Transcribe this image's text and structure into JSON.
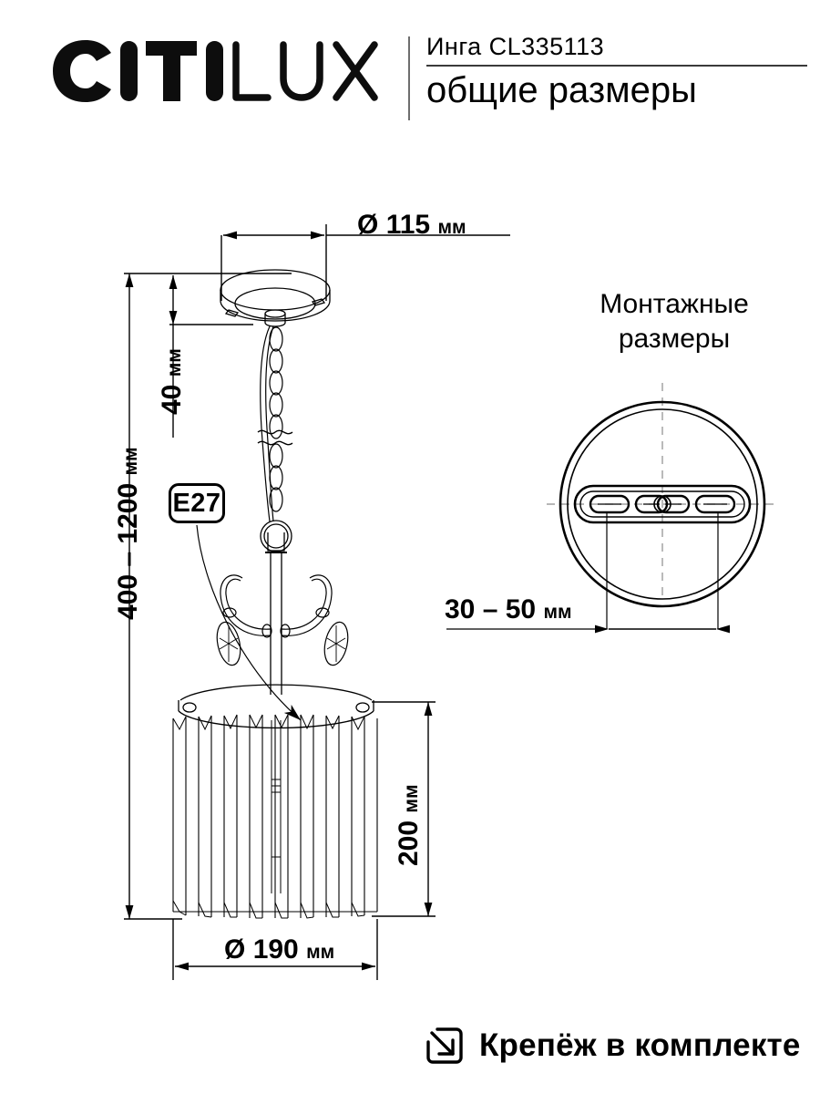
{
  "brand": {
    "logo_text": "CITILUX",
    "logo_solid_part": "CITI",
    "logo_outline_part": "LUX"
  },
  "header": {
    "model": "Инга CL335113",
    "section_title": "общие размеры"
  },
  "drawing": {
    "canopy_diameter": {
      "symbol": "Ø",
      "value": "115",
      "unit": "мм"
    },
    "canopy_height": {
      "value": "40",
      "unit": "мм"
    },
    "total_height": {
      "value": "400 – 1200",
      "unit": "мм"
    },
    "shade_height": {
      "value": "200",
      "unit": "мм"
    },
    "shade_diameter": {
      "symbol": "Ø",
      "value": "190",
      "unit": "мм"
    },
    "socket_label": "E27"
  },
  "mounting": {
    "title_line1": "Монтажные",
    "title_line2": "размеры",
    "bracket_span": {
      "value": "30 – 50",
      "unit": "мм"
    }
  },
  "footer": {
    "note": "Крепёж в комплекте",
    "icon": "box-arrow-down-right-icon"
  },
  "colors": {
    "ink": "#000000",
    "divider": "#6e6e6e",
    "centerline": "#8c8c8c"
  }
}
